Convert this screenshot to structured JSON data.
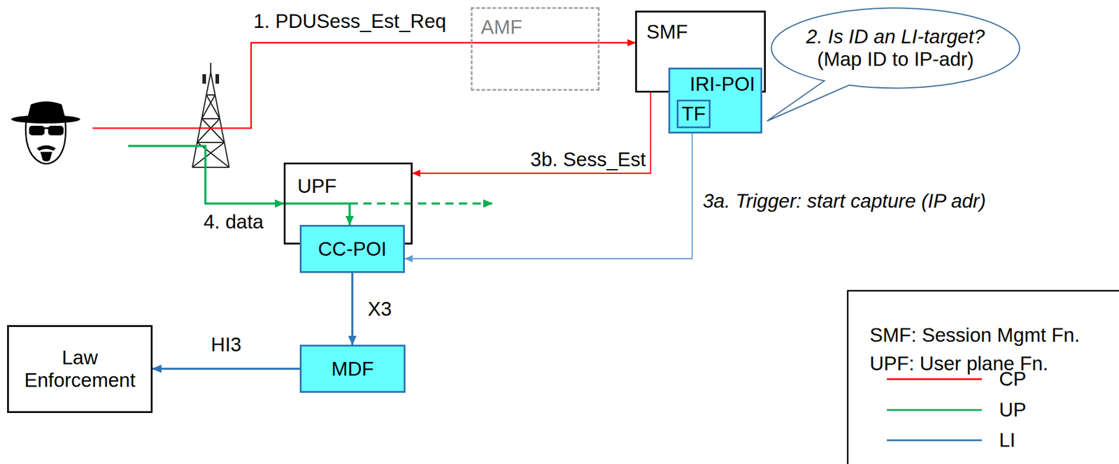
{
  "diagram": {
    "nodes": [
      {
        "text": [
          "AMF"
        ]
      },
      {
        "text": [
          "SMF"
        ]
      },
      {
        "text": [
          "IRI-POI"
        ],
        "in": 1
      },
      {
        "text": [
          "TF"
        ],
        "in": 2
      },
      {
        "text": [
          "2. Is ID an LI-target?",
          "(Map ID to IP-adr)"
        ]
      },
      {
        "text": [
          "UPF"
        ]
      },
      {
        "text": [
          "CC-POI"
        ],
        "in": 5
      },
      {
        "text": [
          "MDF"
        ]
      },
      {
        "text": [
          "Law Enforcement"
        ]
      }
    ],
    "edges": [
      {
        "from": 1,
        "to": 5,
        "label": "3b. Sess_Est",
        "arrow": "to"
      },
      {
        "from": 2,
        "to": 6,
        "label": "3a. Trigger: start capture (IP adr)",
        "arrow": "to"
      },
      {
        "from": 6,
        "to": 7,
        "label": "X3",
        "arrow": "to"
      },
      {
        "from": 7,
        "to": 8,
        "label": "HI3",
        "arrow": "to"
      }
    ],
    "labels": [
      "1. PDUSess_Est_Req",
      "4. data"
    ],
    "legend": [
      {
        "text": "SMF: Session Mgmt Fn."
      },
      {
        "text": "UPF: User plane Fn."
      },
      {
        "text": "CP"
      },
      {
        "text": "UP"
      },
      {
        "text": "LI"
      }
    ]
  }
}
